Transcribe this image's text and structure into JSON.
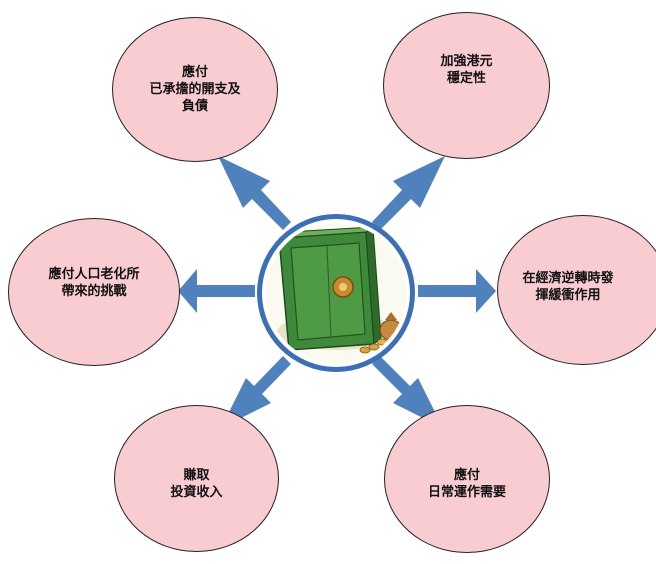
{
  "colors": {
    "arrow": "#4f81bd",
    "node_fill": "#f9ccd2",
    "node_border": "#222222",
    "center_ring": "#3d6fb6",
    "safe": "#3f8a3a"
  },
  "center": {
    "icon": "safe-with-coins-icon"
  },
  "nodes": {
    "top_left": {
      "line1": "應付",
      "line2": "已承擔的開支及",
      "line3": "負債"
    },
    "top_right": {
      "line1": "加強港元",
      "line2": "穩定性"
    },
    "left": {
      "line1": "應付人口老化所",
      "line2": "帶來的挑戰"
    },
    "right": {
      "line1": "在經濟逆轉時發",
      "line2": "揮緩衝作用"
    },
    "bottom_left": {
      "line1": "賺取",
      "line2": "投資收入"
    },
    "bottom_right": {
      "line1": "應付",
      "line2": "日常運作需要"
    }
  }
}
